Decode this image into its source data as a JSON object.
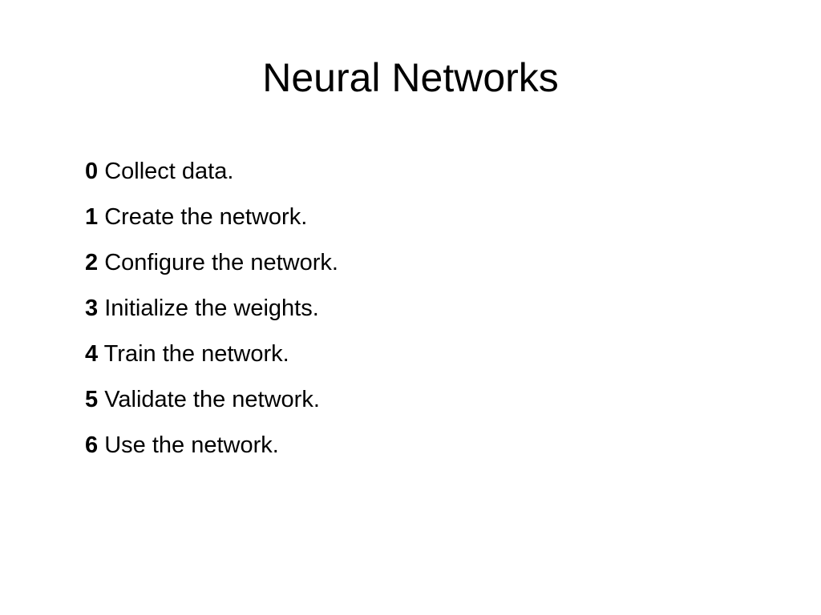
{
  "slide": {
    "title": "Neural Networks",
    "steps": [
      {
        "num": "0",
        "text": " Collect data."
      },
      {
        "num": "1",
        "text": " Create the network."
      },
      {
        "num": "2",
        "text": " Configure the network."
      },
      {
        "num": "3",
        "text": " Initialize the weights."
      },
      {
        "num": "4",
        "text": " Train the network."
      },
      {
        "num": "5",
        "text": " Validate the network."
      },
      {
        "num": "6",
        "text": " Use the network."
      }
    ]
  }
}
